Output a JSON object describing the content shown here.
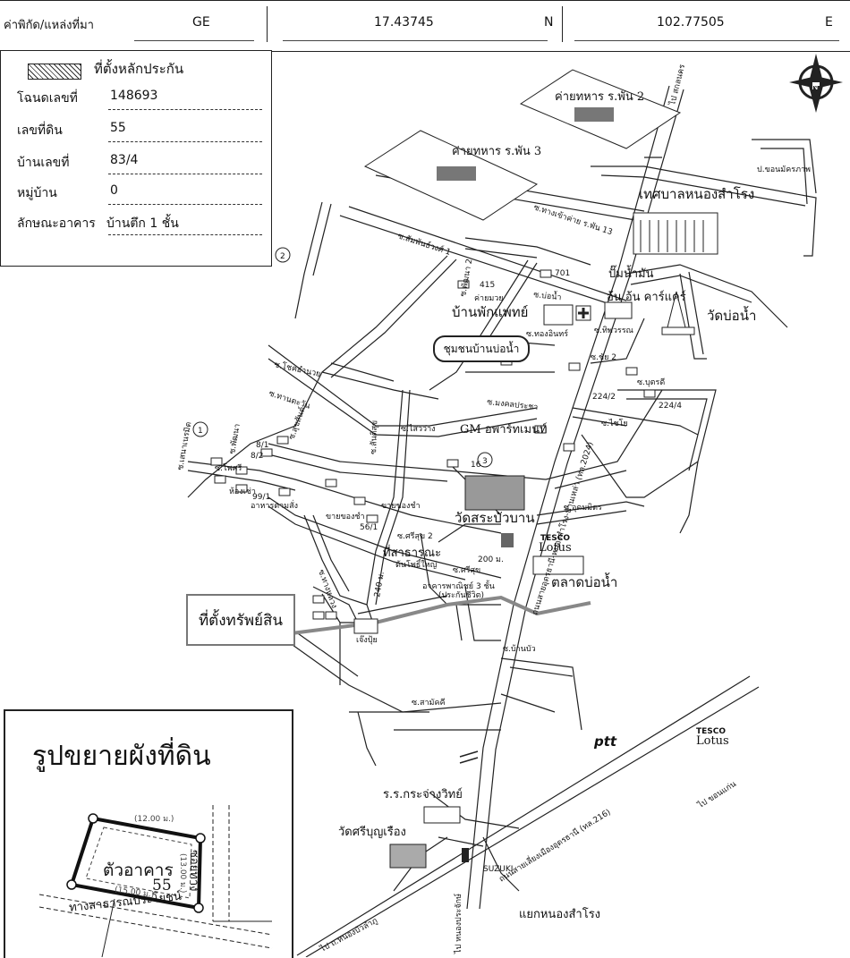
{
  "header": {
    "location_label": "ค่าพิกัด/แหล่งที่มา",
    "source": "GE",
    "lat": "17.43745",
    "lat_dir": "N",
    "lon": "102.77505",
    "lon_dir": "E"
  },
  "legend": {
    "collateral_label": "ที่ตั้งหลักประกัน",
    "rows": [
      {
        "label": "โฉนดเลขที่",
        "value": "148693"
      },
      {
        "label": "เลขที่ดิน",
        "value": "55"
      },
      {
        "label": "บ้านเลขที่",
        "value": "83/4"
      },
      {
        "label": "หมู่บ้าน",
        "value": "0"
      },
      {
        "label": "ลักษณะอาคาร",
        "value": "บ้านตึก 1 ชั้น"
      }
    ]
  },
  "map": {
    "asset_label": "ที่ตั้งทรัพย์สิน",
    "community": "ชุมชนบ้านบ่อน้ำ",
    "compass_letter": "N",
    "places": {
      "army2": "ค่ายทหาร ร.พัน 2",
      "army3": "ค่ายทหาร ร.พัน 3",
      "municipality": "เทศบาลหนองสำโรง",
      "gas": "ปั๊มน้ำมัน",
      "gas2": "อ้น อ้น คาร์แคร์",
      "watbonam": "วัดบ่อน้ำ",
      "clinic_small": "ค่ายมวย",
      "clinic": "บ้านพักแพทย์",
      "gm": "GM อพาร์ทเมนท์",
      "watsabua": "วัดสระบัวบาน",
      "tesco1": "TESCO",
      "lotus1": "Lotus",
      "market": "ตลาดบ่อน้ำ",
      "shop": "อาคารพาณิชย์ 3 ชั้น",
      "shop_sub": "(ประกันชีวิต)",
      "public": "ที่สาธารณะ",
      "public_sub": "ต้นโพธิ์ใหญ่",
      "ptt": "ptt",
      "tesco2": "TESCO",
      "lotus2": "Lotus",
      "school": "ร.ร.กระจ่างวิทย์",
      "watsri": "วัดศรีบุญเรือง",
      "junction": "แยกหนองสำโรง",
      "suzuki": "SUZUKI",
      "chengpui": "เจ๊งปุ้ย",
      "restaurant": "อาหารตามสั่ง",
      "house_room": "ห้องเช่า",
      "seller1": "ขายของชำ",
      "seller2": "ขายของชำ"
    },
    "roads": {
      "r_camp": "ซ.ทางเข้าค่าย ร.พัน 13",
      "r_sampan": "ซ.สัมพันธ์วงศ์ 1",
      "r_pattana": "ซ.พัฒนา 2",
      "r_bonam": "ซ.บ่อน้ำ",
      "r_thongin": "ซ.ทองอินทร์",
      "r_tipwan": "ซ.ทิพวรรณ",
      "r_chai": "ซ.ชัย 2",
      "r_burut": "ซ.บุตรดี",
      "r_main": "ถนนสายอุดรธานี-หนองสำโรง-บ้านเหล่า (ทล.2024)",
      "r_udon": "ถนนสายเลี่ยงเมืองอุดรธานี (ทล.216)",
      "r_kot": "ป.ขอนมัครภาพ",
      "r_khonkaen": "ไป ขอนแก่น",
      "r_sakon": "ไป สกลนคร",
      "r_nonghua": "ไป ถ.หนองบัวลำภู",
      "r_nongprachak": "ไป หนองประจักษ์",
      "r_sukhonthawit": "ซ.ศรีสุข 2",
      "r_sriwat": "ซ.ศรีสุข",
      "r_samakkhi": "ซ.สามัคคี",
      "r_banbua": "ซ.บ้านบัว",
      "r_udom": "ซ.อุดมมิตร",
      "r_chaiyo": "ซ.ไชโย",
      "r_tharmtong": "ซ.ทานตะวัน",
      "r_silawan": "ซ.ไสวว่าง",
      "r_mongkol": "ซ.มงคลประชา",
      "r_chokdee": "ซ.โชคอำนวย",
      "r_sanaen": "ซ.เสนาเนรมิต",
      "r_phosri": "ซ.โพศรี",
      "r_pattana2": "ซ.พัฒนา",
      "r_doi": "ซ.สันติสุข",
      "r_sukhon": "ซ.สุขสันต์",
      "r_kuanthong": "ซ.ทางหลวง"
    },
    "house_numbers": [
      "701",
      "415",
      "224/2",
      "224/4",
      "8/1",
      "8/2",
      "99/1",
      "16",
      "56/1"
    ],
    "distances": [
      "200 ม.",
      "240 ม."
    ],
    "circle_markers": [
      "1",
      "2",
      "3"
    ]
  },
  "plot": {
    "title": "รูปขยายผังที่ดิน",
    "building": "ตัวอาคาร",
    "plot_number": "55",
    "road_label": "ทางสาธารณประโยชน์",
    "side_road": "ซอยทาง",
    "dim_top": "(12.00 ม.)",
    "dim_bottom": "(15.00 ม.)",
    "dim_right": "(13.00 ม.)"
  }
}
